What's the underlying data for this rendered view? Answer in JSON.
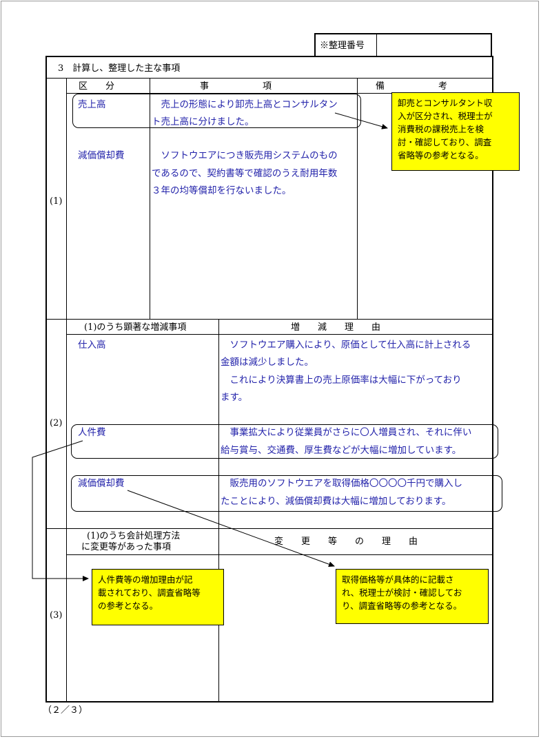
{
  "header": {
    "ref_number_label": "※整理番号",
    "ref_number_value": ""
  },
  "section": {
    "title": "3　計算し、整理した主な事項"
  },
  "part1": {
    "label": "(1)",
    "col_headers": [
      "区　　分",
      "事　　　　　　項",
      "備　　　　　　考"
    ],
    "rows": [
      {
        "category": "売上高",
        "lines": [
          "　売上の形態により卸売上高とコンサルタン",
          "ト売上高に分けました。"
        ]
      },
      {
        "category": "減価償却費",
        "lines": [
          "　ソフトウエアにつき販売用システムのもの",
          "であるので、契約書等で確認のうえ耐用年数",
          "３年の均等償却を行ないました。"
        ]
      }
    ]
  },
  "part2": {
    "label": "(2)",
    "col_headers": [
      "(1)のうち顕著な増減事項",
      "増　　減　　理　　由"
    ],
    "rows": [
      {
        "category": "仕入高",
        "lines": [
          "　ソフトウエア購入により、原価として仕入高に計上される",
          "金額は減少しました。",
          "　これにより決算書上の売上原価率は大幅に下がっており",
          "ます。"
        ]
      },
      {
        "category": "人件費",
        "lines": [
          "　事業拡大により従業員がさらに〇人増員され、それに伴い",
          "給与賞与、交通費、厚生費などが大幅に増加しています。"
        ]
      },
      {
        "category": "減価償却費",
        "lines": [
          "　販売用のソフトウエアを取得価格〇〇〇〇千円で購入し",
          "たことにより、減価償却費は大幅に増加しております。"
        ]
      }
    ]
  },
  "part3": {
    "label": "(3)",
    "col_headers": [
      "(1)のうち会計処理方法",
      "に変更等があった事項",
      "変　　更　　等　　の　　理　　由"
    ]
  },
  "notes": [
    {
      "lines": [
        "卸売とコンサルタント収",
        "入が区分され、税理士が",
        "消費税の課税売上を検",
        "討・確認しており、調査",
        "省略等の参考となる。"
      ]
    },
    {
      "lines": [
        "人件費等の増加理由が記",
        "載されており、調査省略等",
        "の参考となる。"
      ]
    },
    {
      "lines": [
        "取得価格等が具体的に記載さ",
        "れ、税理士が検討・確認してお",
        "り、調査省略等の参考となる。"
      ]
    }
  ],
  "footer": {
    "page": "（２／３）"
  }
}
